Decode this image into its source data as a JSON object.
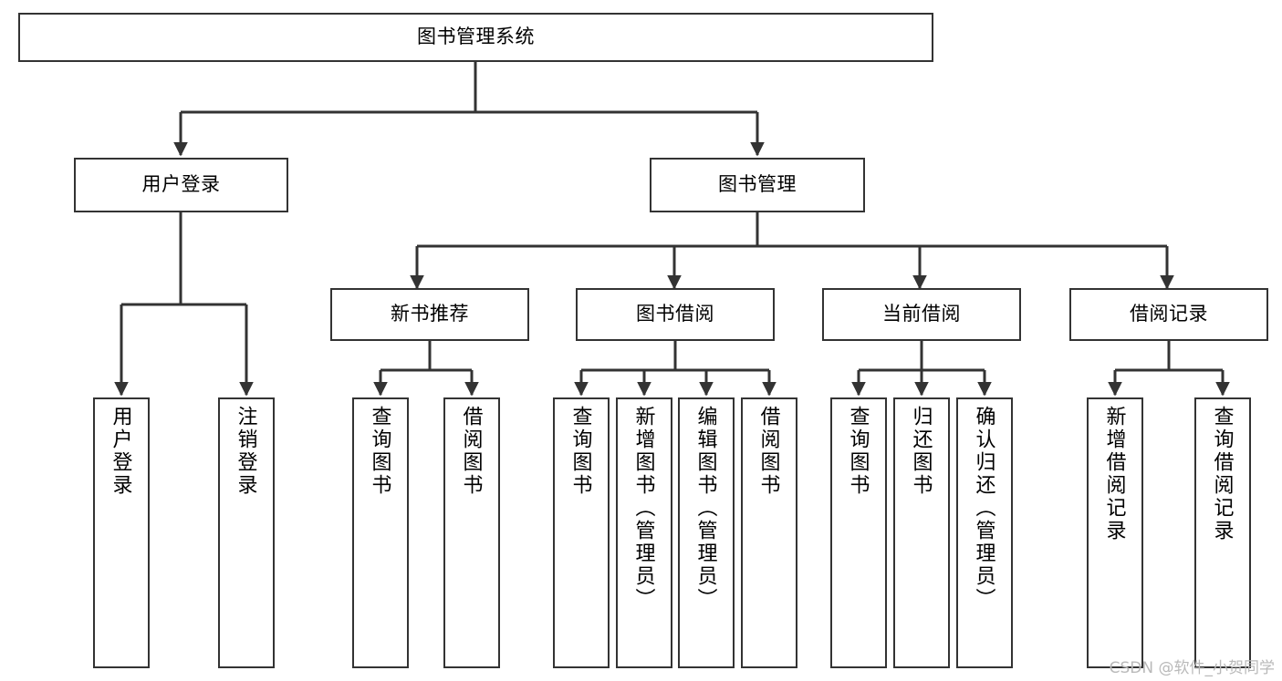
{
  "diagram": {
    "title": "图书管理系统",
    "type": "tree-hierarchy-chart",
    "colors": {
      "box_border": "#333333",
      "box_fill": "#ffffff",
      "edge": "#333333",
      "text": "#000000",
      "watermark": "#b9b9b9",
      "background": "#ffffff"
    },
    "root": {
      "label": "图书管理系统"
    },
    "level2": [
      {
        "label": "用户登录"
      },
      {
        "label": "图书管理"
      }
    ],
    "level3": [
      {
        "label": "新书推荐"
      },
      {
        "label": "图书借阅"
      },
      {
        "label": "当前借阅"
      },
      {
        "label": "借阅记录"
      }
    ],
    "leaves": {
      "user_login": [
        {
          "label": "用户登录"
        },
        {
          "label": "注销登录"
        }
      ],
      "new_book_recommend": [
        {
          "label": "查询图书"
        },
        {
          "label": "借阅图书"
        }
      ],
      "book_borrow": [
        {
          "label": "查询图书"
        },
        {
          "label": "新增图书（管理员）"
        },
        {
          "label": "编辑图书（管理员）"
        },
        {
          "label": "借阅图书"
        }
      ],
      "current_borrow": [
        {
          "label": "查询图书"
        },
        {
          "label": "归还图书"
        },
        {
          "label": "确认归还（管理员）"
        }
      ],
      "borrow_record": [
        {
          "label": "新增借阅记录"
        },
        {
          "label": "查询借阅记录"
        }
      ]
    }
  },
  "watermark": {
    "text": "CSDN @软件_小贺同学"
  }
}
